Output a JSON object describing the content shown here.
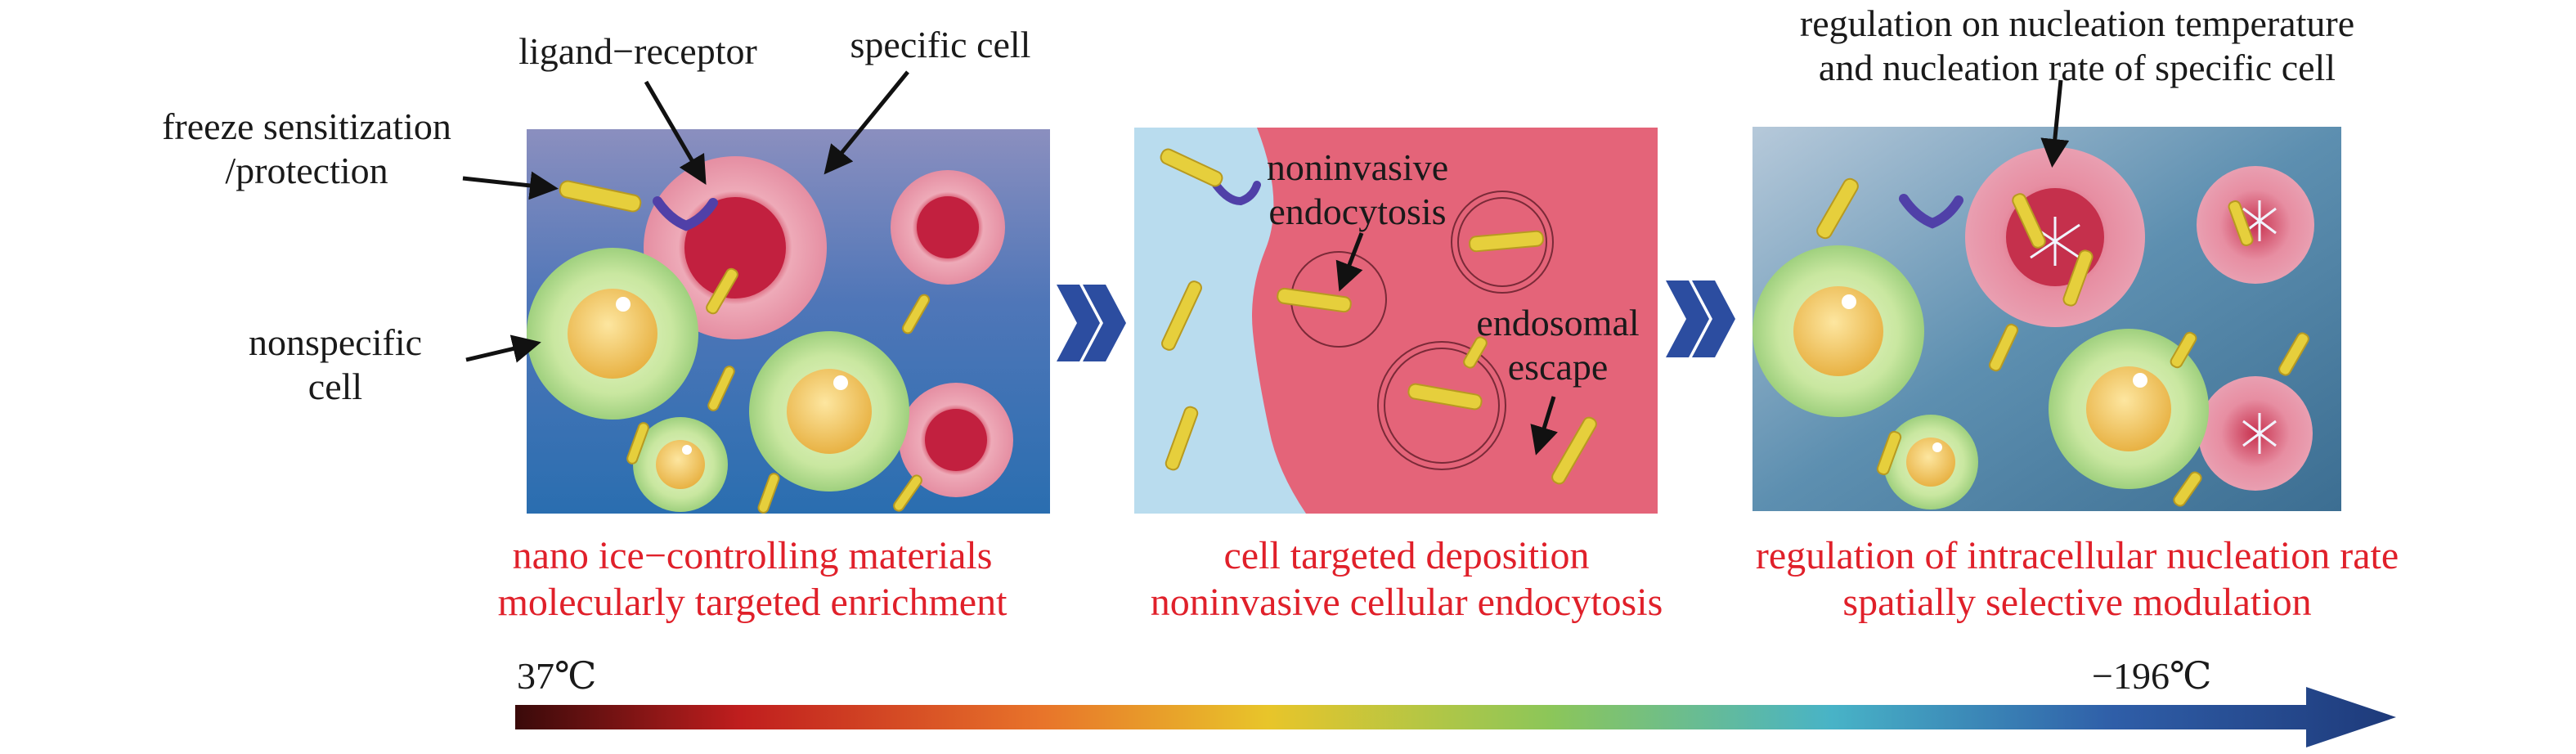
{
  "labels": {
    "ligand_receptor": "ligand−receptor",
    "specific_cell": "specific cell",
    "freeze_line1": "freeze sensitization",
    "freeze_line2": "/protection",
    "nonspecific_line1": "nonspecific",
    "nonspecific_line2": "cell",
    "noninvasive_line1": "noninvasive",
    "noninvasive_line2": "endocytosis",
    "endosomal_line1": "endosomal",
    "endosomal_line2": "escape",
    "regulation_top_line1": "regulation on nucleation temperature",
    "regulation_top_line2": "and nucleation rate of specific cell"
  },
  "captions": {
    "panel1_line1": "nano ice−controlling materials",
    "panel1_line2": "molecularly targeted enrichment",
    "panel2_line1": "cell targeted deposition",
    "panel2_line2": "noninvasive cellular endocytosis",
    "panel3_line1": "regulation of intracellular nucleation rate",
    "panel3_line2": "spatially selective modulation"
  },
  "temperature": {
    "start": "37℃",
    "end": "−196℃"
  },
  "colors": {
    "caption_red": "#e0202a",
    "chevron_blue": "#2c4da0",
    "gradient_start": "#3a0a0a",
    "gradient_end": "#1e3a7a"
  }
}
